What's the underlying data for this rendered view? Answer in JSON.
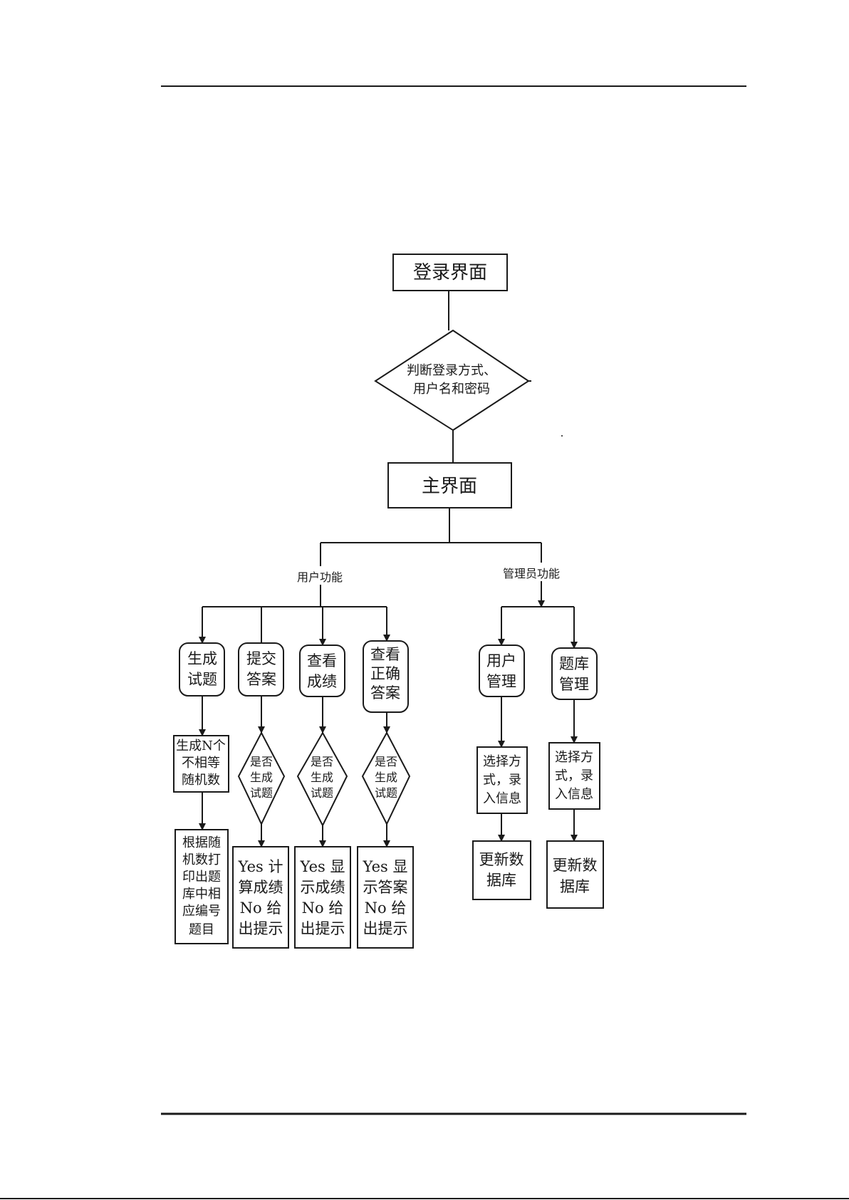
{
  "nodes": {
    "login": "登录界面",
    "check_line1": "判断登录方式、",
    "check_line2": "用户名和密码",
    "main": "主界面",
    "user_functions": "用户功能",
    "admin_functions": "管理员功能",
    "generate": [
      "生成",
      "试题"
    ],
    "submit": [
      "提交",
      "答案"
    ],
    "view_score": [
      "查看",
      "成绩"
    ],
    "view_answer": [
      "查看",
      "正确",
      "答案"
    ],
    "user_mgmt": [
      "用户",
      "管理"
    ],
    "bank_mgmt": [
      "题库",
      "管理"
    ],
    "random_n": [
      "生成N个",
      "不相等",
      "随机数"
    ],
    "print_q": [
      "根据随",
      "机数打",
      "印出题",
      "库中相",
      "应编号",
      "题目"
    ],
    "decision_generated": [
      "是否",
      "生成",
      "试题"
    ],
    "submit_result": [
      "Yes 计",
      "算成绩",
      "No 给",
      "出提示"
    ],
    "score_result": [
      "Yes 显",
      "示成绩",
      "No 给",
      "出提示"
    ],
    "answer_result": [
      "Yes 显",
      "示答案",
      "No 给",
      "出提示"
    ],
    "select_input": [
      "选择方",
      "式，录",
      "入信息"
    ],
    "update_db": [
      "更新数",
      "据库"
    ]
  },
  "colors": {
    "stroke": "#1a1a1a",
    "background": "#ffffff"
  }
}
